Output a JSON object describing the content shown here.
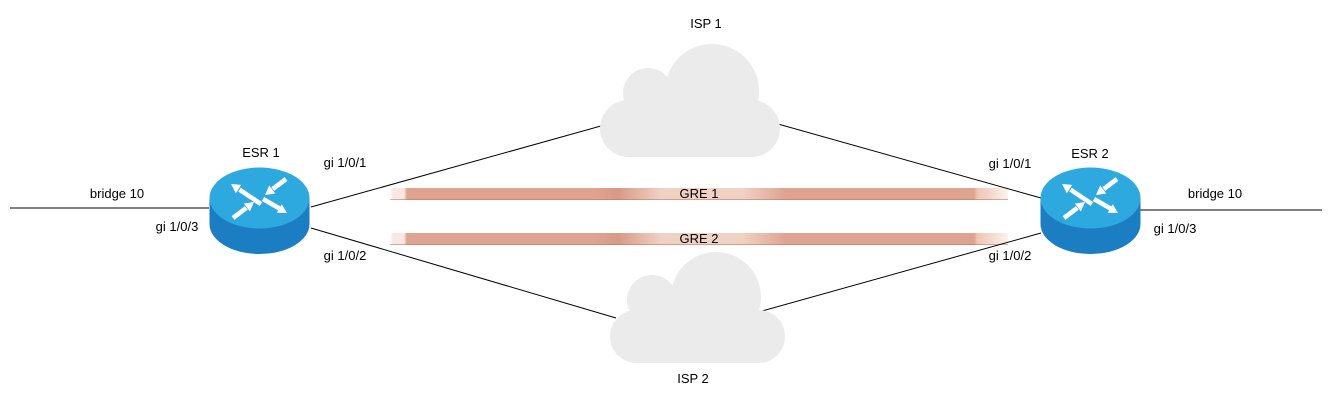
{
  "nodes": {
    "esr1": {
      "label": "ESR 1",
      "type": "router"
    },
    "esr2": {
      "label": "ESR 2",
      "type": "router"
    },
    "isp1": {
      "label": "ISP 1",
      "type": "cloud"
    },
    "isp2": {
      "label": "ISP 2",
      "type": "cloud"
    }
  },
  "tunnels": {
    "gre1": {
      "label": "GRE 1"
    },
    "gre2": {
      "label": "GRE 2"
    }
  },
  "interfaces": {
    "esr1": {
      "bridge": "bridge 10",
      "gi1": "gi 1/0/1",
      "gi2": "gi 1/0/2",
      "gi3": "gi 1/0/3"
    },
    "esr2": {
      "bridge": "bridge 10",
      "gi1": "gi 1/0/1",
      "gi2": "gi 1/0/2",
      "gi3": "gi 1/0/3"
    }
  },
  "colors": {
    "router_top": "#2ea9e0",
    "router_body": "#1b7ec3",
    "cloud": "#ebebeb",
    "tunnel": "#dfa392",
    "tunnel_dark": "#d89a87",
    "tunnel_light": "#f0d2c5",
    "line": "#000000",
    "text": "#000000"
  }
}
